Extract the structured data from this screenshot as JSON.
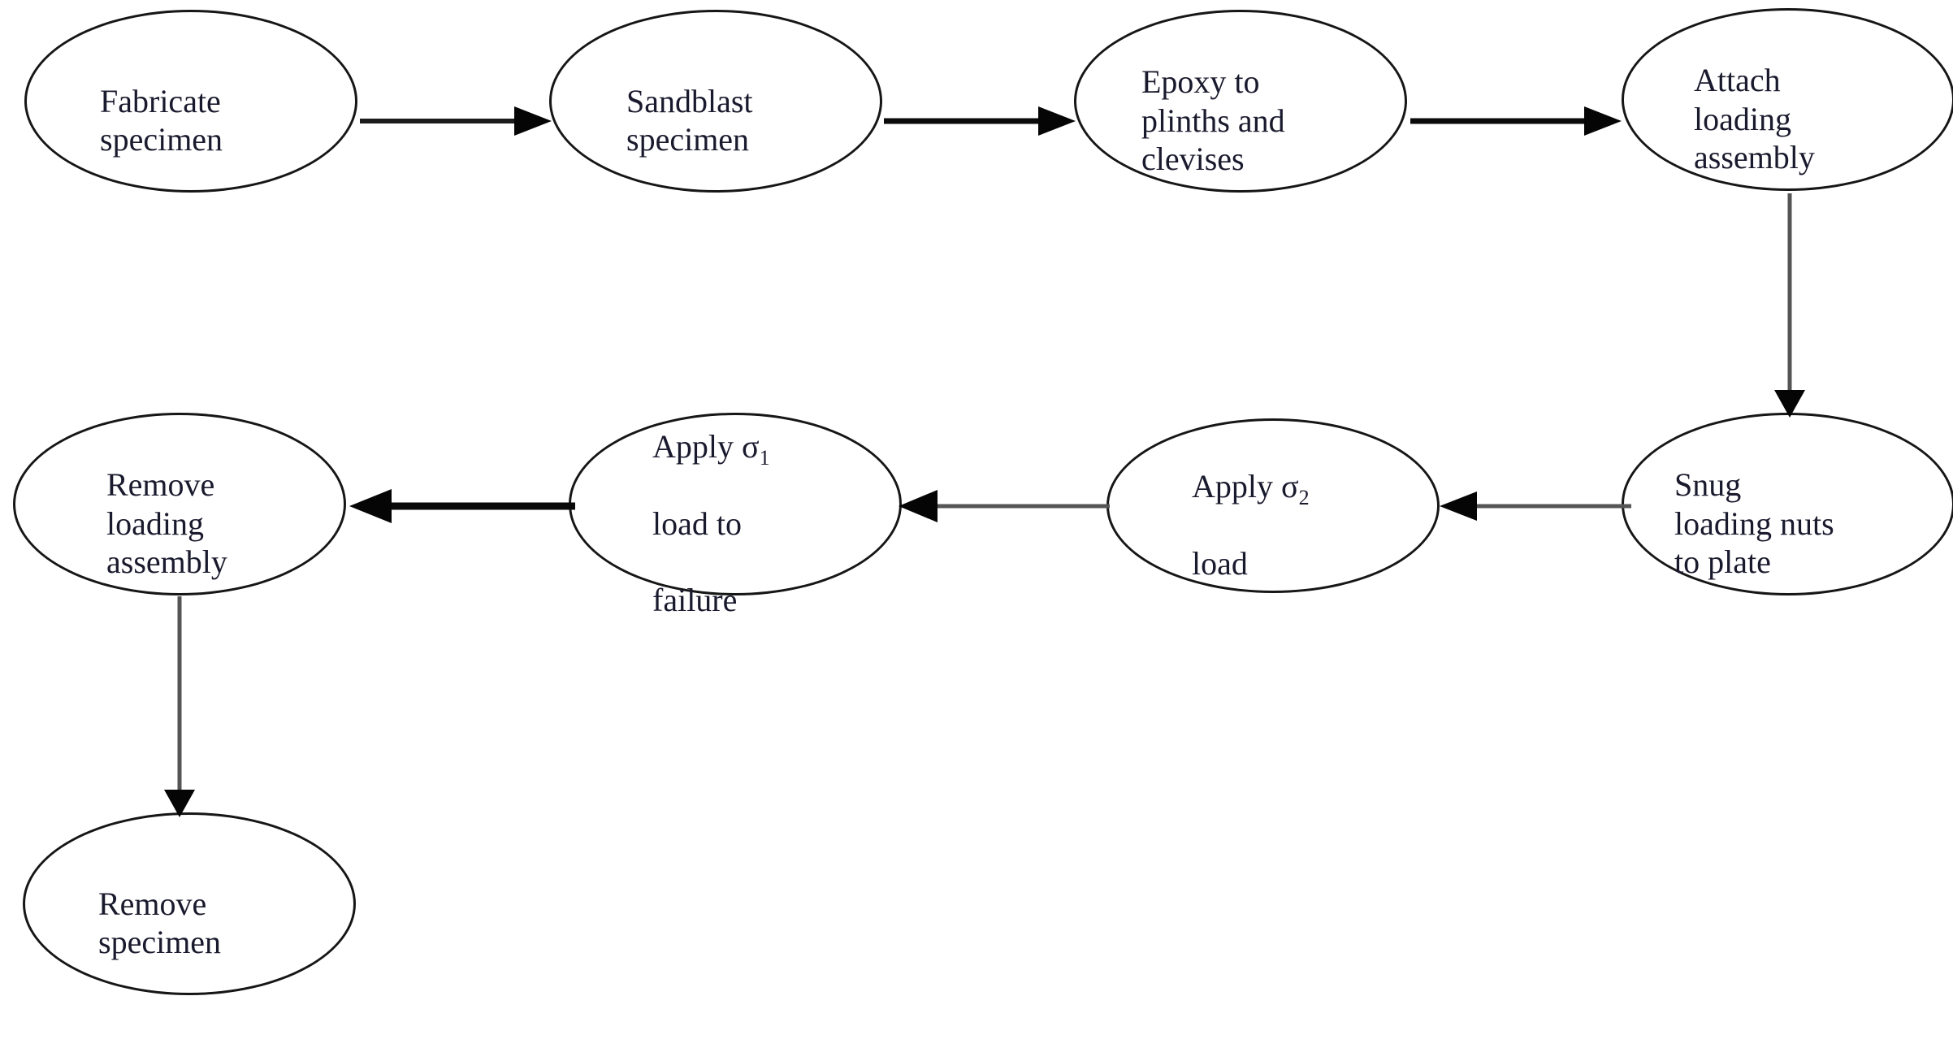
{
  "diagram": {
    "title": "Specimen test procedure flowchart",
    "type": "flowchart",
    "background_color": "#ffffff",
    "node_border_color": "#161616",
    "node_fill_color": "#ffffff",
    "text_color": "#1a1a2e",
    "nodes": [
      {
        "id": "fabricate-specimen",
        "label": "Fabricate\nspecimen",
        "lines": [
          "Fabricate",
          "specimen"
        ],
        "row": 1,
        "order": 1
      },
      {
        "id": "sandblast-specimen",
        "label": "Sandblast\nspecimen",
        "lines": [
          "Sandblast",
          "specimen"
        ],
        "row": 1,
        "order": 2
      },
      {
        "id": "epoxy-to-plinths-and-clevises",
        "label": "Epoxy to\nplinths and\nclevises",
        "lines": [
          "Epoxy to",
          "plinths and",
          "clevises"
        ],
        "row": 1,
        "order": 3
      },
      {
        "id": "attach-loading-assembly",
        "label": "Attach\nloading\nassembly",
        "lines": [
          "Attach",
          "loading",
          "assembly"
        ],
        "row": 1,
        "order": 4
      },
      {
        "id": "snug-loading-nuts-to-plate",
        "label": "Snug\nloading nuts\nto plate",
        "lines": [
          "Snug",
          "loading nuts",
          "to plate"
        ],
        "row": 2,
        "order": 1
      },
      {
        "id": "apply-sigma2-load",
        "label": "Apply σ2\nload",
        "lines": [
          "Apply σ2",
          "load"
        ],
        "rich": true,
        "row": 2,
        "order": 2
      },
      {
        "id": "apply-sigma1-load-to-failure",
        "label": "Apply σ1\nload to\nfailure",
        "lines": [
          "Apply σ1",
          "load to",
          "failure"
        ],
        "rich": true,
        "row": 2,
        "order": 3
      },
      {
        "id": "remove-loading-assembly",
        "label": "Remove\nloading\nassembly",
        "lines": [
          "Remove",
          "loading",
          "assembly"
        ],
        "row": 2,
        "order": 4
      },
      {
        "id": "remove-specimen",
        "label": "Remove\nspecimen",
        "lines": [
          "Remove",
          "specimen"
        ],
        "row": 3,
        "order": 1
      }
    ],
    "edges": [
      {
        "id": "edge-1",
        "from": "fabricate-specimen",
        "to": "sandblast-specimen",
        "direction": "right"
      },
      {
        "id": "edge-2",
        "from": "sandblast-specimen",
        "to": "epoxy-to-plinths-and-clevises",
        "direction": "right"
      },
      {
        "id": "edge-3",
        "from": "epoxy-to-plinths-and-clevises",
        "to": "attach-loading-assembly",
        "direction": "right"
      },
      {
        "id": "edge-4",
        "from": "attach-loading-assembly",
        "to": "snug-loading-nuts-to-plate",
        "direction": "down"
      },
      {
        "id": "edge-5",
        "from": "snug-loading-nuts-to-plate",
        "to": "apply-sigma2-load",
        "direction": "left"
      },
      {
        "id": "edge-6",
        "from": "apply-sigma2-load",
        "to": "apply-sigma1-load-to-failure",
        "direction": "left"
      },
      {
        "id": "edge-7",
        "from": "apply-sigma1-load-to-failure",
        "to": "remove-loading-assembly",
        "direction": "left"
      },
      {
        "id": "edge-8",
        "from": "remove-loading-assembly",
        "to": "remove-specimen",
        "direction": "down"
      }
    ]
  }
}
